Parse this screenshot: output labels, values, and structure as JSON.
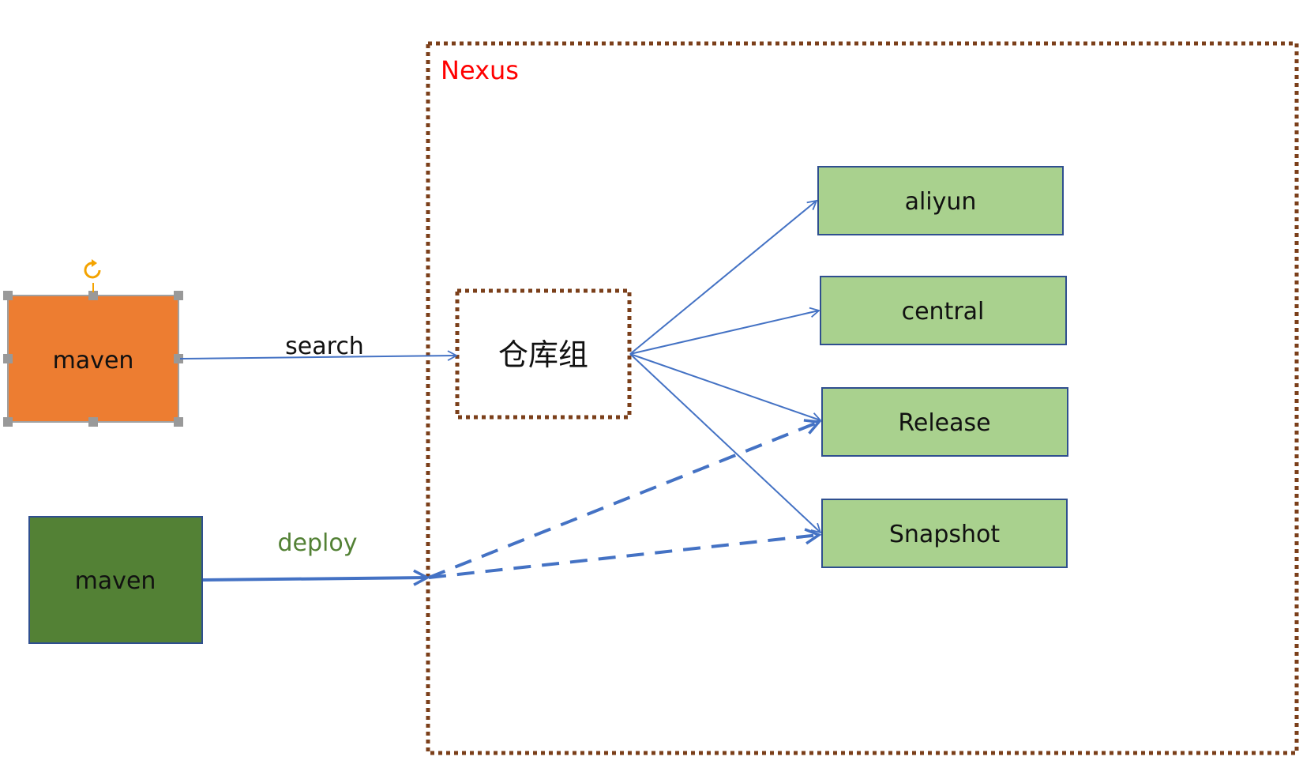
{
  "nexus": {
    "label": "Nexus",
    "label_color": "#ff0000",
    "border_color": "#7b3f1a"
  },
  "maven_search": {
    "label": "maven",
    "fill": "#ed7d31",
    "border": "#a0a0a0"
  },
  "maven_deploy": {
    "label": "maven",
    "fill": "#538135",
    "border": "#2f4f8f"
  },
  "repo_group": {
    "label": "仓库组",
    "border_color": "#7b3f1a"
  },
  "edges": {
    "search_label": "search",
    "search_color": "#111111",
    "deploy_label": "deploy",
    "deploy_color": "#538135",
    "line_color": "#4472c4"
  },
  "repos": [
    {
      "id": "aliyun",
      "label": "aliyun"
    },
    {
      "id": "central",
      "label": "central"
    },
    {
      "id": "release",
      "label": "Release"
    },
    {
      "id": "snapshot",
      "label": "Snapshot"
    }
  ],
  "repo_style": {
    "fill": "#a9d18e",
    "border": "#2f4f8f"
  },
  "icons": {
    "rotate_handle": "rotate-handle-icon",
    "handle_color": "#f4a300",
    "selection_handle_color": "#999999"
  }
}
